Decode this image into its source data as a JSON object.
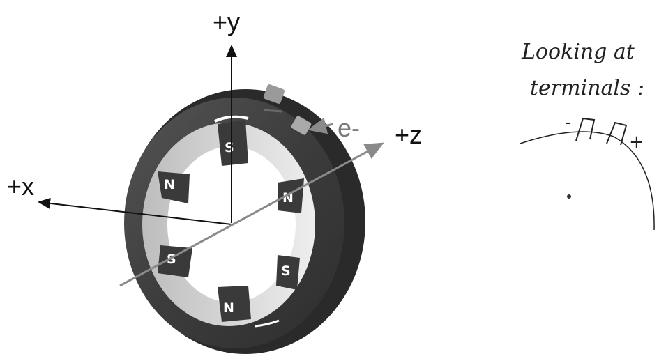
{
  "axes": {
    "y_label": "+y",
    "x_label": "+x",
    "z_label": "+z"
  },
  "electron_label": "e-",
  "poles": {
    "top": "S",
    "upper_left": "N",
    "right": "N",
    "left": "S",
    "lower_right": "S",
    "bottom": "N"
  },
  "note": {
    "line1": "Looking at",
    "line2": "terminals :",
    "minus_sign": "-",
    "plus_sign": "+"
  },
  "colors": {
    "ring": "#3f3f3f",
    "ring_dark": "#2a2a2a",
    "pole": "#3a3a3a",
    "axis": "#111111",
    "z_axis": "#8a8a8a",
    "background": "#ffffff"
  }
}
